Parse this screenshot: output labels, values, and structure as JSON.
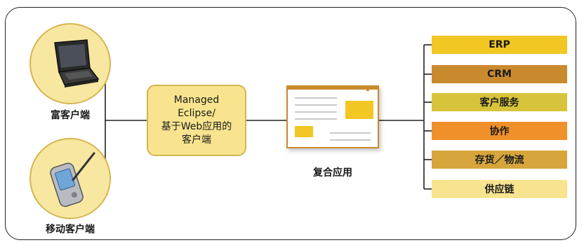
{
  "clients": {
    "rich": {
      "label": "富客户端",
      "icon": "laptop-icon"
    },
    "mobile": {
      "label": "移动客户端",
      "icon": "pda-stylus-icon"
    }
  },
  "center": {
    "line1": "Managed",
    "line2": "Eclipse/",
    "line3": "基于Web应用的",
    "line4": "客户端"
  },
  "composite": {
    "label": "复合应用",
    "icon": "application-window-icon"
  },
  "systems": [
    {
      "label": "ERP",
      "color": "#f2c623"
    },
    {
      "label": "CRM",
      "color": "#c98a2e"
    },
    {
      "label": "客户服务",
      "color": "#d7c43a"
    },
    {
      "label": "协作",
      "color": "#f0902a"
    },
    {
      "label": "存货／物流",
      "color": "#d6a63c"
    },
    {
      "label": "供应链",
      "color": "#f8e48e"
    }
  ]
}
